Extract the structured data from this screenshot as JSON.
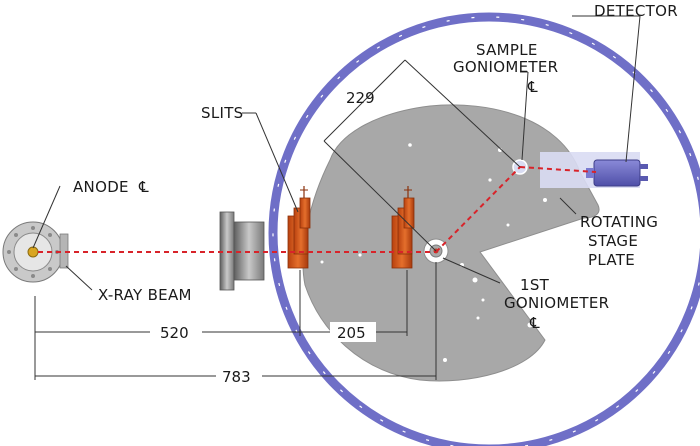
{
  "labels": {
    "detector": "DETECTOR",
    "sample_line1": "SAMPLE",
    "sample_line2": "GONIOMETER",
    "slits": "SLITS",
    "anode": "ANODE",
    "xray_beam": "X-RAY BEAM",
    "stage_line1": "ROTATING",
    "stage_line2": "STAGE",
    "stage_line3": "PLATE",
    "gonio1_line1": "1ST",
    "gonio1_line2": "GONIOMETER",
    "centerline_symbol": "℄"
  },
  "dimensions": {
    "sample_arm": "229",
    "anode_to_slits": "520",
    "slits_to_goniometer": "205",
    "anode_to_goniometer": "783"
  },
  "colors": {
    "ring": "#6f6fc7",
    "stage_plate": "#a8a8a8",
    "beam": "#d8232a",
    "slits": "#d25a1e",
    "detector": "#6c6cc4"
  }
}
